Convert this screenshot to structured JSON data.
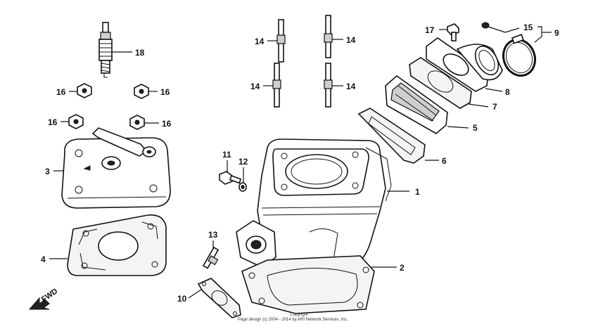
{
  "callouts": [
    {
      "id": "1",
      "text": "1"
    },
    {
      "id": "2",
      "text": "2"
    },
    {
      "id": "3",
      "text": "3"
    },
    {
      "id": "4",
      "text": "4"
    },
    {
      "id": "5",
      "text": "5"
    },
    {
      "id": "6",
      "text": "6"
    },
    {
      "id": "7",
      "text": "7"
    },
    {
      "id": "8",
      "text": "8"
    },
    {
      "id": "9",
      "text": "9"
    },
    {
      "id": "10",
      "text": "10"
    },
    {
      "id": "11",
      "text": "11"
    },
    {
      "id": "12",
      "text": "12"
    },
    {
      "id": "13",
      "text": "13"
    },
    {
      "id": "14a",
      "text": "14"
    },
    {
      "id": "14b",
      "text": "14"
    },
    {
      "id": "14c",
      "text": "14"
    },
    {
      "id": "14d",
      "text": "14"
    },
    {
      "id": "15",
      "text": "15"
    },
    {
      "id": "16a",
      "text": "16"
    },
    {
      "id": "16b",
      "text": "16"
    },
    {
      "id": "16c",
      "text": "16"
    },
    {
      "id": "16d",
      "text": "16"
    },
    {
      "id": "17",
      "text": "17"
    },
    {
      "id": "18",
      "text": "18"
    }
  ],
  "direction_label": "FWD",
  "footer": {
    "line1": "Copyright",
    "line2": "Page design (c) 2004 - 2014 by ARI Network Services, Inc."
  }
}
